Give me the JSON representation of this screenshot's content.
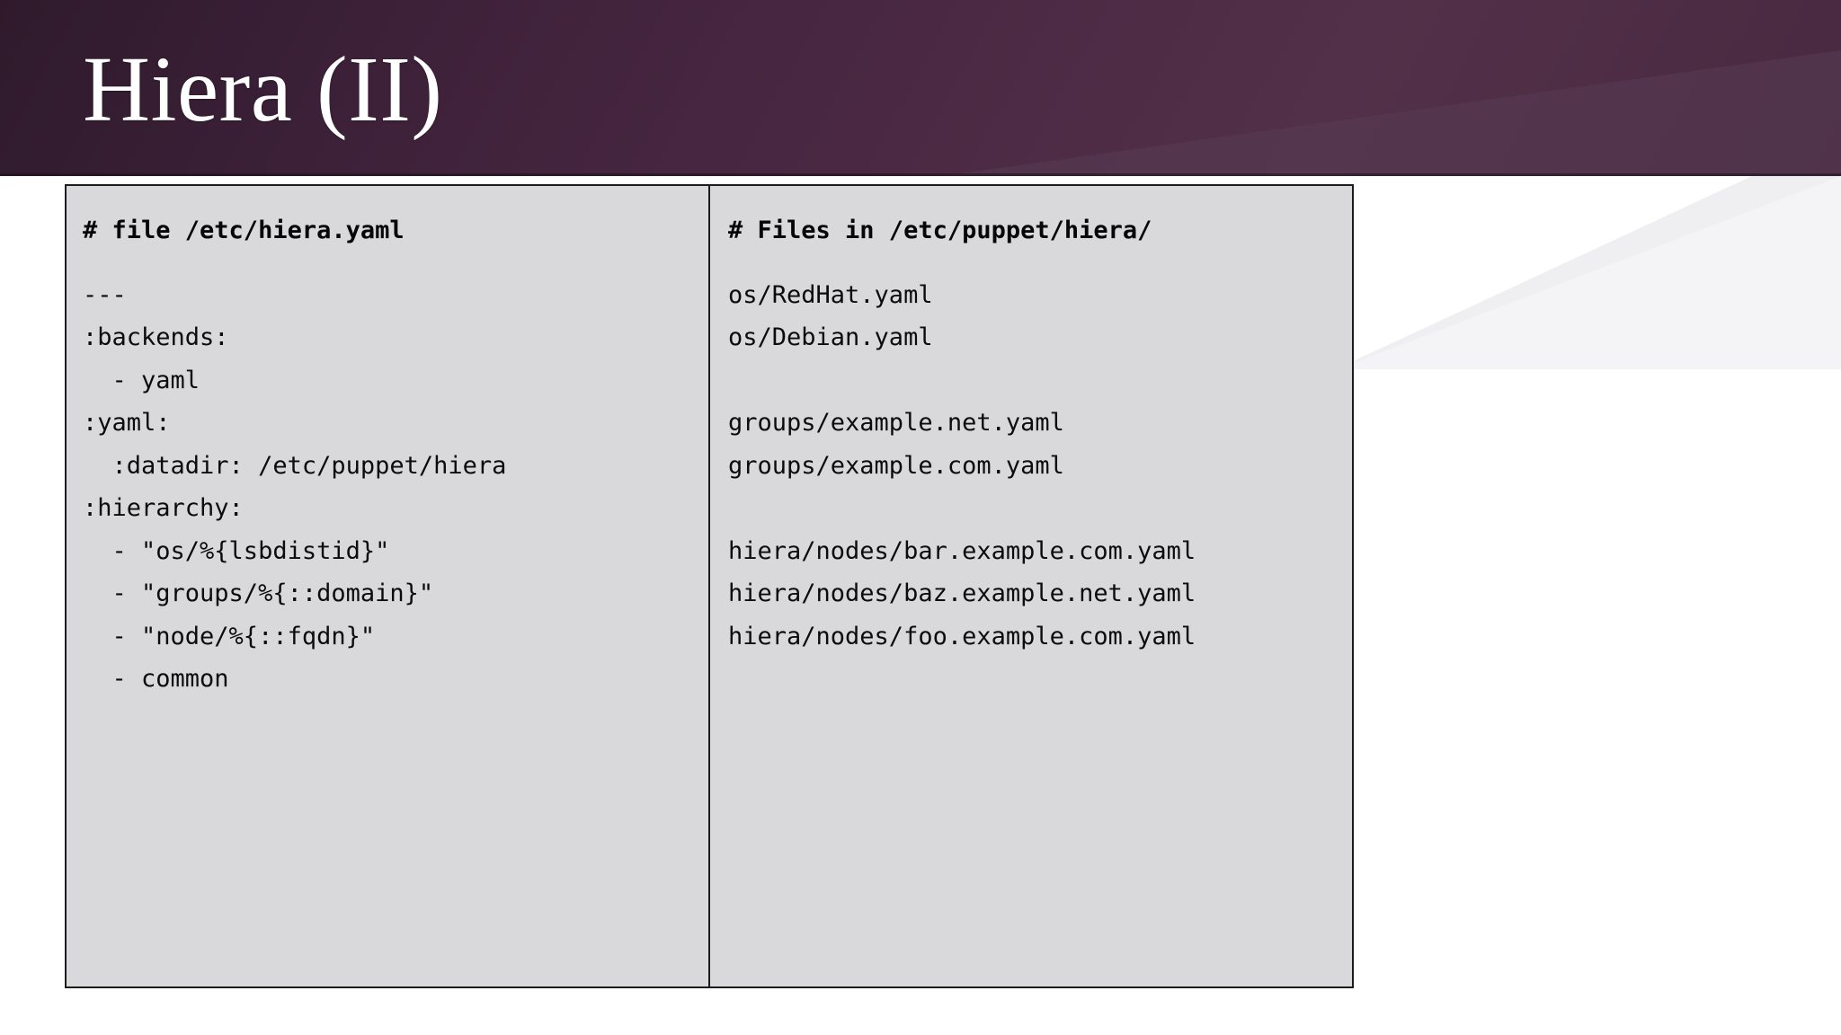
{
  "slide": {
    "title": "Hiera (II)",
    "theme": {
      "header_gradient_start": "#2f1a2c",
      "header_gradient_end": "#533049",
      "header_accent": "#563a52",
      "content_background": "#d9d9dc",
      "content_border": "#1c1c1c",
      "text_color": "#0c0c0c",
      "title_color": "#ffffff"
    }
  },
  "left_panel": {
    "heading": "# file /etc/hiera.yaml",
    "code": "---\n:backends:\n  - yaml\n:yaml:\n  :datadir: /etc/puppet/hiera\n:hierarchy:\n  - \"os/%{lsbdistid}\"\n  - \"groups/%{::domain}\"\n  - \"node/%{::fqdn}\"\n  - common",
    "lines": [
      "---",
      ":backends:",
      "  - yaml",
      ":yaml:",
      "  :datadir: /etc/puppet/hiera",
      ":hierarchy:",
      "  - \"os/%{lsbdistid}\"",
      "  - \"groups/%{::domain}\"",
      "  - \"node/%{::fqdn}\"",
      "  - common"
    ]
  },
  "right_panel": {
    "heading": "# Files in /etc/puppet/hiera/",
    "code": "os/RedHat.yaml\nos/Debian.yaml\n\ngroups/example.net.yaml\ngroups/example.com.yaml\n\nhiera/nodes/bar.example.com.yaml\nhiera/nodes/baz.example.net.yaml\nhiera/nodes/foo.example.com.yaml",
    "lines": [
      "os/RedHat.yaml",
      "os/Debian.yaml",
      "",
      "groups/example.net.yaml",
      "groups/example.com.yaml",
      "",
      "hiera/nodes/bar.example.com.yaml",
      "hiera/nodes/baz.example.net.yaml",
      "hiera/nodes/foo.example.com.yaml"
    ]
  }
}
